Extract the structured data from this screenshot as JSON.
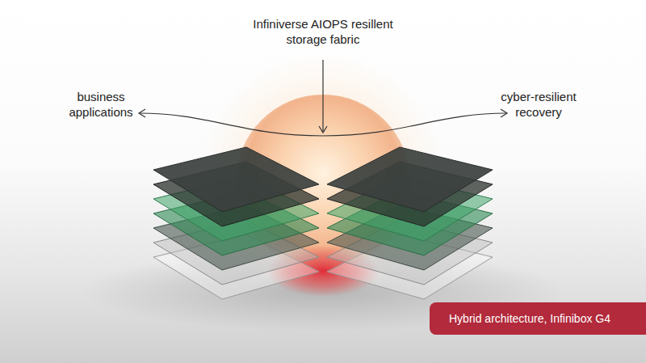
{
  "diagram": {
    "nodes": [
      {
        "text": [
          "Hybrid architecture, Infinibox G4"
        ]
      }
    ],
    "labels": [
      "Infiniverse AIOPS resillent storage fabric",
      "business applications",
      "cyber-resilient recovery"
    ]
  }
}
